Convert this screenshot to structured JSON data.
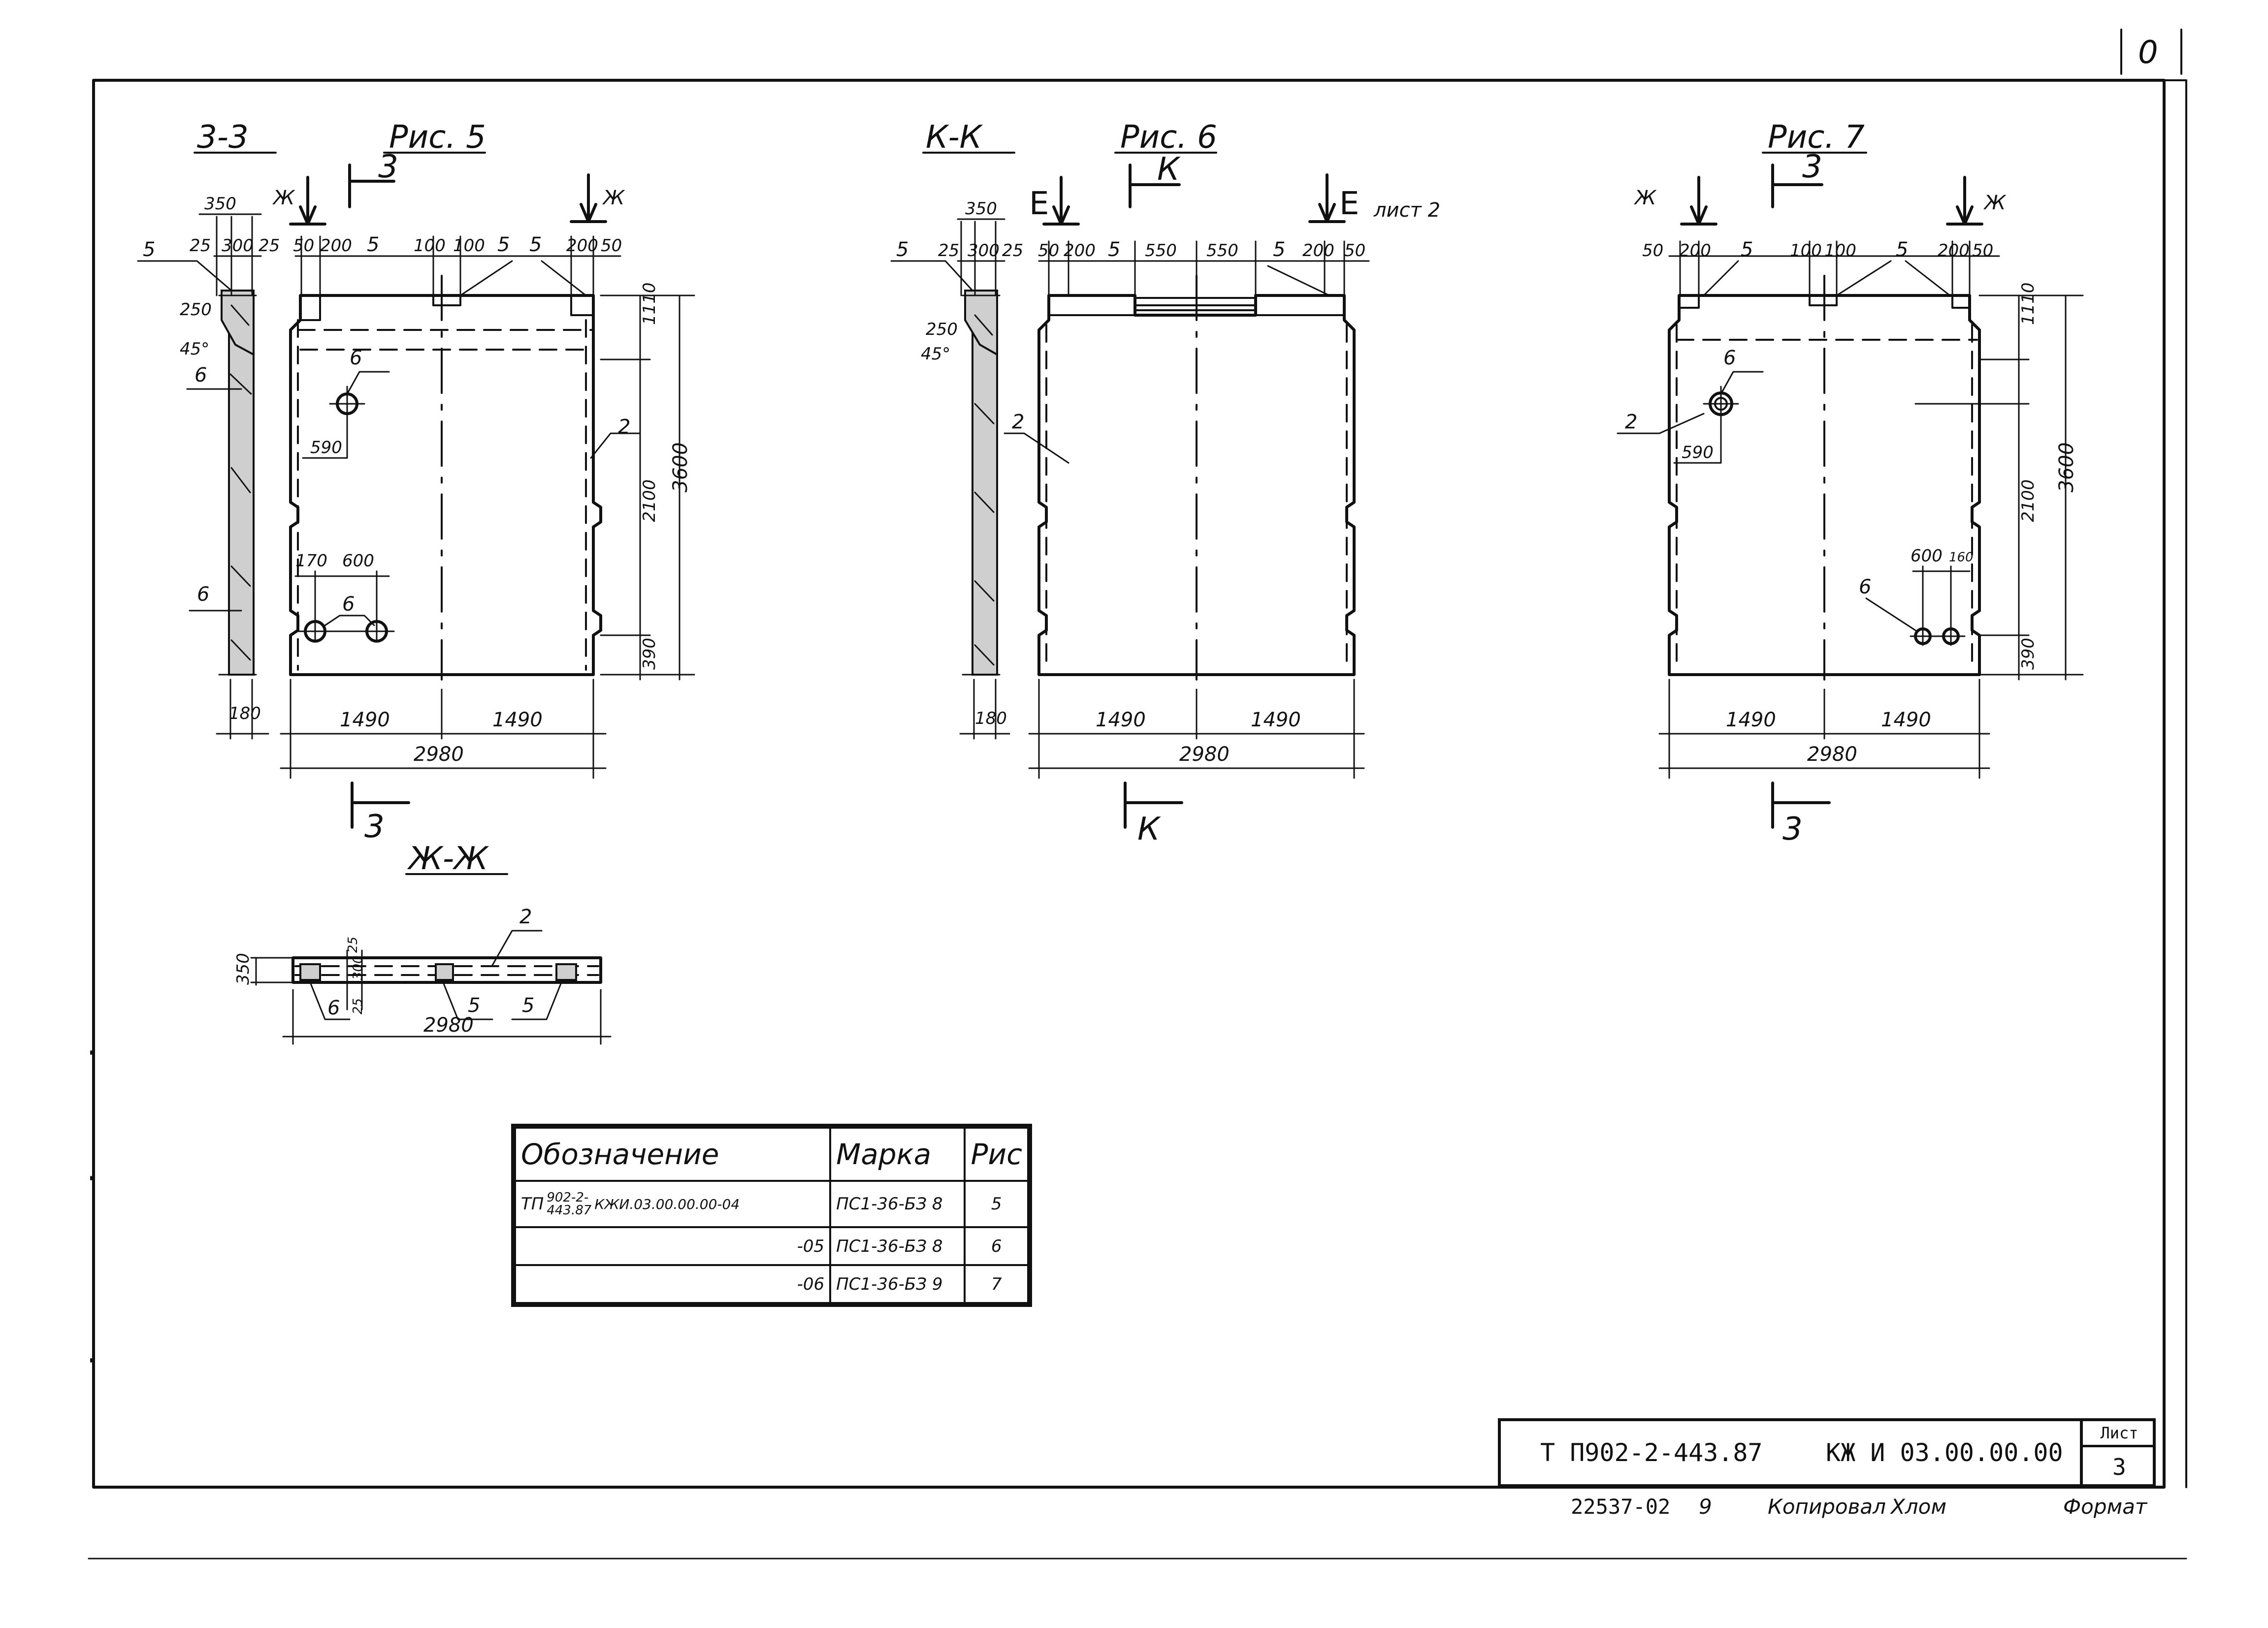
{
  "corner_mark": "0",
  "fig5": {
    "section": "3-3",
    "title": "Рис. 5",
    "cut_mark": "3",
    "arrow_left": "Ж",
    "arrow_right": "Ж",
    "dims": {
      "d350": "350",
      "d25a": "25",
      "d300": "300",
      "d25b": "25",
      "d50": "50",
      "d200": "200",
      "d5": "5",
      "d100a": "100",
      "d100b": "100",
      "d5b": "5",
      "d5c": "5",
      "d200b": "200",
      "d50b": "50",
      "d250": "250",
      "d45": "45°",
      "d1110": "1110",
      "d3600": "3600",
      "d2100": "2100",
      "d390": "390",
      "d590": "590",
      "d170": "170",
      "d600": "600",
      "d180": "180",
      "d1490a": "1490",
      "d1490b": "1490",
      "d2980": "2980"
    },
    "labels": {
      "l5": "5",
      "l6a": "6",
      "l6b": "6",
      "l6c": "6",
      "l6d": "6",
      "l2": "2"
    }
  },
  "fig6": {
    "section": "К-К",
    "title": "Рис. 6",
    "cut_mark": "К",
    "arrow_left": "Е",
    "arrow_right": "Е",
    "sheet_ref": "лист 2",
    "dims": {
      "d350": "350",
      "d25a": "25",
      "d300": "300",
      "d25b": "25",
      "d50": "50",
      "d200": "200",
      "d5": "5",
      "d550a": "550",
      "d550b": "550",
      "d5b": "5",
      "d200b": "200",
      "d50b": "50",
      "d250": "250",
      "d45": "45°",
      "d180": "180",
      "d1490a": "1490",
      "d1490b": "1490",
      "d2980": "2980"
    },
    "labels": {
      "l5": "5",
      "l2": "2"
    }
  },
  "fig7": {
    "title": "Рис. 7",
    "cut_mark": "3",
    "arrow_left": "Ж",
    "arrow_right": "Ж",
    "dims": {
      "d50": "50",
      "d200": "200",
      "d5": "5",
      "d100a": "100",
      "d100b": "100",
      "d5b": "5",
      "d200b": "200",
      "d50b": "50",
      "d1110": "1110",
      "d3600": "3600",
      "d2100": "2100",
      "d390": "390",
      "d590": "590",
      "d600": "600",
      "d160": "160",
      "d1490a": "1490",
      "d1490b": "1490",
      "d2980": "2980"
    },
    "labels": {
      "l6a": "6",
      "l6b": "6",
      "l2": "2"
    }
  },
  "section_zh": {
    "title": "Ж-Ж",
    "dims": {
      "d350": "350",
      "d25a": "25",
      "d300": "300",
      "d25b": "25",
      "d2980": "2980"
    },
    "labels": {
      "l2": "2",
      "l6": "6",
      "l5a": "5",
      "l5b": "5"
    }
  },
  "spec_table": {
    "headers": [
      "Обозначение",
      "Марка",
      "Рис"
    ],
    "rows": [
      {
        "designation_prefix": "ТП",
        "designation_top": "902-2-",
        "designation_bottom": "443.87",
        "designation_code": "КЖИ.03.00.00.00-04",
        "mark": "ПС1-36-БЗ 8",
        "fig": "5"
      },
      {
        "designation": "-05",
        "mark": "ПС1-36-БЗ 8",
        "fig": "6"
      },
      {
        "designation": "-06",
        "mark": "ПС1-36-БЗ 9",
        "fig": "7"
      }
    ]
  },
  "title_block": {
    "project": "Т П902-2-443.87",
    "code": "КЖ И 03.00.00.00",
    "sheet_label": "Лист",
    "sheet_number": "3"
  },
  "footer": {
    "inventory": "22537-02",
    "sheet_no": "9",
    "copied_by": "Копировал",
    "copier": "Хлом",
    "format": "Формат"
  }
}
